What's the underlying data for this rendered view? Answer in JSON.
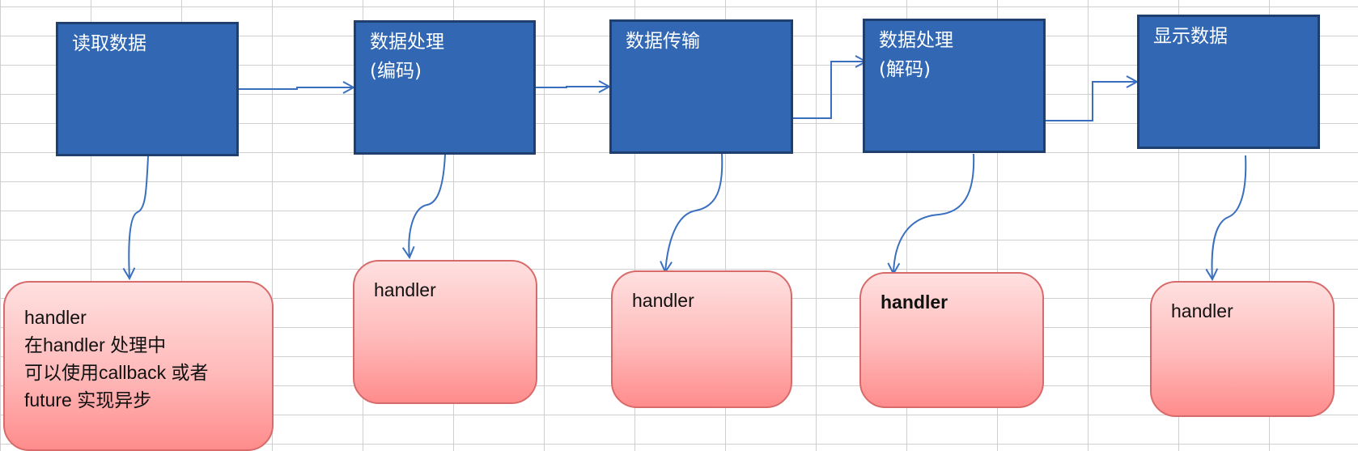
{
  "processes": [
    {
      "id": "read",
      "lines": [
        "读取数据"
      ]
    },
    {
      "id": "encode",
      "lines": [
        "数据处理",
        "(编码)"
      ]
    },
    {
      "id": "transmit",
      "lines": [
        "数据传输"
      ]
    },
    {
      "id": "decode",
      "lines": [
        "数据处理",
        "(解码)"
      ]
    },
    {
      "id": "display",
      "lines": [
        "显示数据"
      ]
    }
  ],
  "handlers": [
    {
      "lines": [
        "handler",
        "在handler 处理中",
        "可以使用callback 或者",
        "future 实现异步"
      ]
    },
    {
      "lines": [
        "handler"
      ]
    },
    {
      "lines": [
        "handler"
      ]
    },
    {
      "lines": [
        "handler"
      ],
      "bold": true
    },
    {
      "lines": [
        "handler"
      ]
    }
  ],
  "colors": {
    "process_fill": "#3167b3",
    "process_border": "#1f3f6e",
    "connector": "#3a6fbf",
    "handler_top": "#ffe0e0",
    "handler_bottom": "#ff8c8c",
    "handler_border": "#d86a6a"
  }
}
